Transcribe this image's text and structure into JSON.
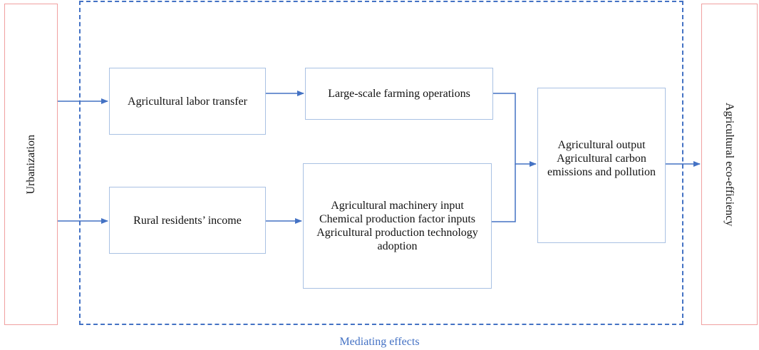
{
  "colors": {
    "arrow": "#4472c4",
    "frame": "#4472c4",
    "side_border": "#f0a0a0",
    "inner_border": "#a9c1e3"
  },
  "nodes": {
    "urbanization": "Urbanization",
    "labor_transfer": "Agricultural labor transfer",
    "rural_income": "Rural residents’ income",
    "large_scale": "Large-scale farming operations",
    "inputs": "Agricultural machinery input\nChemical production factor inputs\nAgricultural production technology\nadoption",
    "outputs": "Agricultural output\nAgricultural carbon\nemissions and pollution",
    "eco_efficiency": "Agricultural eco-efficiency"
  },
  "frame_label": "Mediating effects",
  "edges": [
    {
      "from": "urbanization",
      "to": "labor_transfer"
    },
    {
      "from": "urbanization",
      "to": "rural_income"
    },
    {
      "from": "labor_transfer",
      "to": "large_scale"
    },
    {
      "from": "rural_income",
      "to": "inputs"
    },
    {
      "from": "large_scale",
      "to": "outputs"
    },
    {
      "from": "inputs",
      "to": "outputs"
    },
    {
      "from": "outputs",
      "to": "eco_efficiency"
    }
  ]
}
